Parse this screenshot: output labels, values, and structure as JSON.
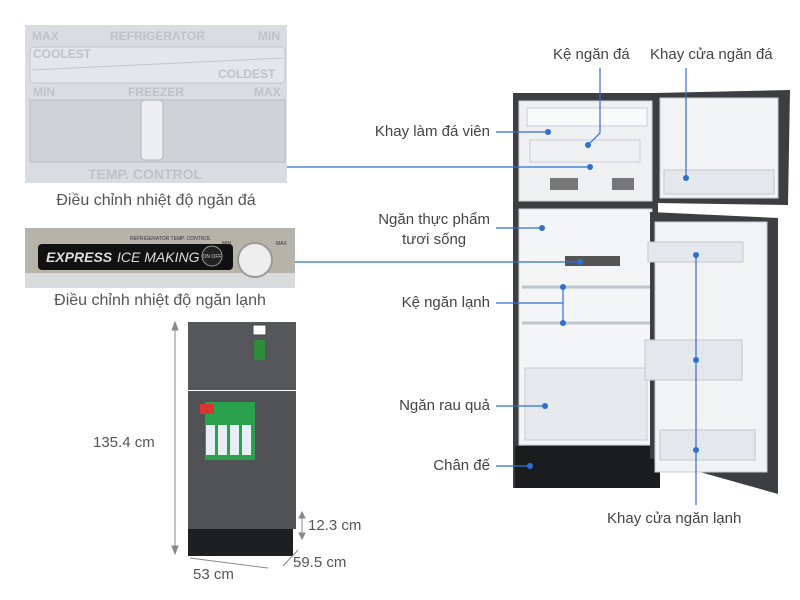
{
  "colors": {
    "leader_line": "#2f6fd0",
    "label_text": "#444444",
    "fridge_body": "#4a4c50",
    "interior": "#f2f4f6"
  },
  "insets": {
    "freezer_control": {
      "caption": "Điều chỉnh nhiệt độ ngăn đá",
      "panel_text": {
        "max_top": "MAX",
        "refrigerator": "REFRIGERATOR",
        "min_top": "MIN",
        "coolest": "COOLEST",
        "coldest": "COLDEST",
        "min": "MIN",
        "freezer": "FREEZER",
        "max": "MAX",
        "temp_control": "TEMP. CONTROL"
      }
    },
    "fridge_control": {
      "caption": "Điều chỉnh nhiệt độ ngăn lạnh",
      "panel_text": {
        "express": "EXPRESS",
        "ice_making": "ICE MAKING",
        "header": "REFRIGERATOR TEMP. CONTROL",
        "min": "MIN",
        "max": "MAX",
        "on_off": "ON OFF"
      }
    }
  },
  "dimensions": {
    "height": "135.4 cm",
    "width": "53 cm",
    "depth": "59.5 cm",
    "base_height": "12.3 cm"
  },
  "labels": {
    "freezer_shelf": "Kệ ngăn đá",
    "freezer_door_tray": "Khay cửa ngăn đá",
    "ice_tray": "Khay làm đá viên",
    "fresh_food_1": "Ngăn thực phẩm",
    "fresh_food_2": "tươi sống",
    "fridge_shelf": "Kệ ngăn lạnh",
    "vegetable_drawer": "Ngăn rau quả",
    "base_stand": "Chân đế",
    "fridge_door_tray": "Khay cửa ngăn lạnh"
  }
}
